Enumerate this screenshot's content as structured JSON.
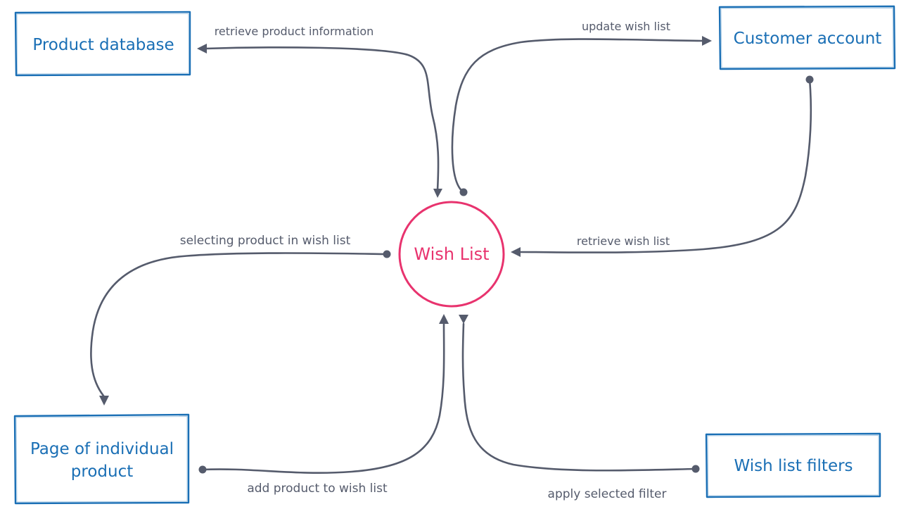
{
  "colors": {
    "entity_stroke": "#1a6fb5",
    "entity_text": "#1a6fb5",
    "process_stroke": "#e8336e",
    "process_text": "#e8336e",
    "edge": "#555b6c",
    "edge_text": "#555b6c"
  },
  "process": {
    "label": "Wish List"
  },
  "entities": {
    "product_database": "Product database",
    "customer_account": "Customer account",
    "page_line1": "Page of individual",
    "page_line2": "product",
    "wish_list_filters": "Wish list filters"
  },
  "flows": {
    "retrieve_product_information": "retrieve product information",
    "update_wish_list": "update wish list",
    "retrieve_wish_list": "retrieve wish list",
    "selecting_product": "selecting product in wish list",
    "add_product": "add product to wish list",
    "apply_filter": "apply selected filter"
  }
}
